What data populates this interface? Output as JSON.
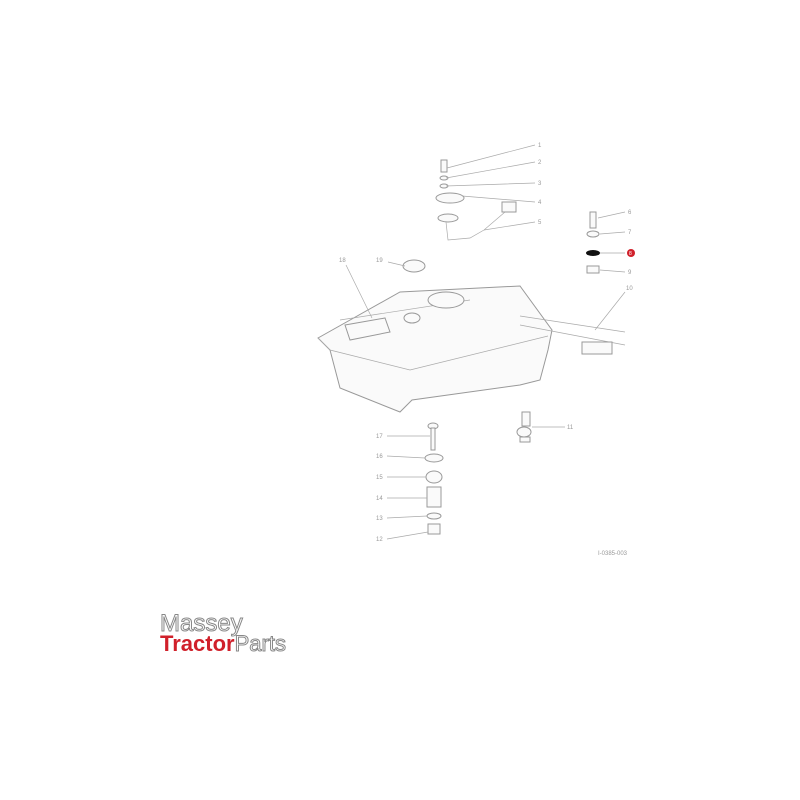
{
  "diagram": {
    "callouts": [
      "1",
      "2",
      "3",
      "4",
      "5",
      "6",
      "7",
      "8",
      "9",
      "10",
      "11",
      "12",
      "13",
      "14",
      "15",
      "16",
      "17",
      "18",
      "19"
    ],
    "highlighted_callout": "8",
    "highlight_color": "#d0202a",
    "reference_code": "I-0385-003"
  },
  "logo": {
    "line1": "Massey",
    "line2_bold": "Tractor",
    "line2_light": "Parts"
  }
}
